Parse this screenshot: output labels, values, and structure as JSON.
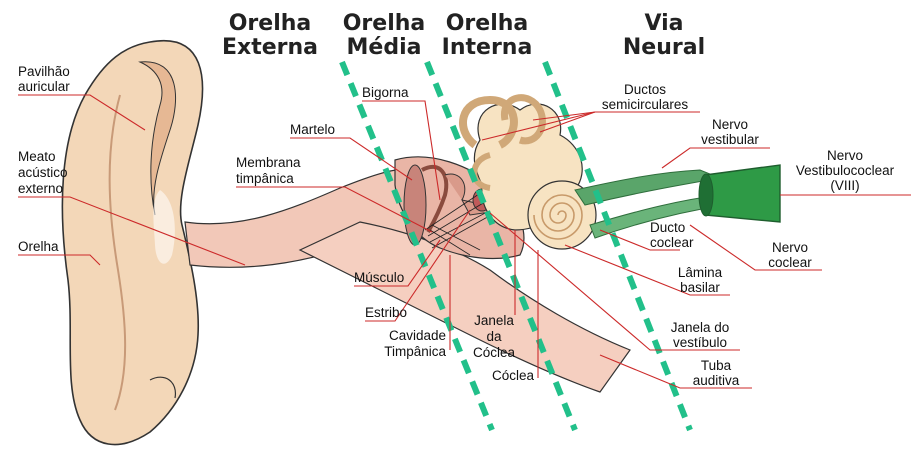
{
  "sections": [
    {
      "line1": "Orelha",
      "line2": "Externa"
    },
    {
      "line1": "Orelha",
      "line2": "Média"
    },
    {
      "line1": "Orelha",
      "line2": "Interna"
    },
    {
      "line1": "Via",
      "line2": "Neural"
    }
  ],
  "labels": {
    "pavilhao_auricular": [
      "Pavilhão",
      "auricular"
    ],
    "meato_acustico": [
      "Meato",
      "acústico",
      "externo"
    ],
    "orelha": "Orelha",
    "martelo": "Martelo",
    "membrana_timpanica": [
      "Membrana",
      "timpânica"
    ],
    "bigorna": "Bigorna",
    "musculo": "Músculo",
    "estribo": "Estribo",
    "cavidade_timpanica": [
      "Cavidade",
      "Timpânica"
    ],
    "janela_coclea": [
      "Janela",
      "da",
      "Cóclea"
    ],
    "coclea": "Cóclea",
    "ductos_semicirculares": [
      "Ductos",
      "semicirculares"
    ],
    "nervo_vestibular": [
      "Nervo",
      "vestibular"
    ],
    "nervo_vestibulococlear": [
      "Nervo",
      "Vestibulococlear",
      "(VIII)"
    ],
    "ducto_coclear": [
      "Ducto",
      "coclear"
    ],
    "nervo_coclear": [
      "Nervo",
      "coclear"
    ],
    "lamina_basilar": [
      "Lâmina",
      "basilar"
    ],
    "janela_vestibulo": [
      "Janela do",
      "vestíbulo"
    ],
    "tuba_auditiva": [
      "Tuba",
      "auditiva"
    ]
  },
  "colors": {
    "skin": "#f3d7b8",
    "skin_shadow": "#e6b894",
    "canal": "#f2c8b8",
    "inner_ear": "#f7e3c2",
    "nerve": "#2e9a46",
    "leader": "#cc2a2a",
    "divider": "#22c08a"
  }
}
